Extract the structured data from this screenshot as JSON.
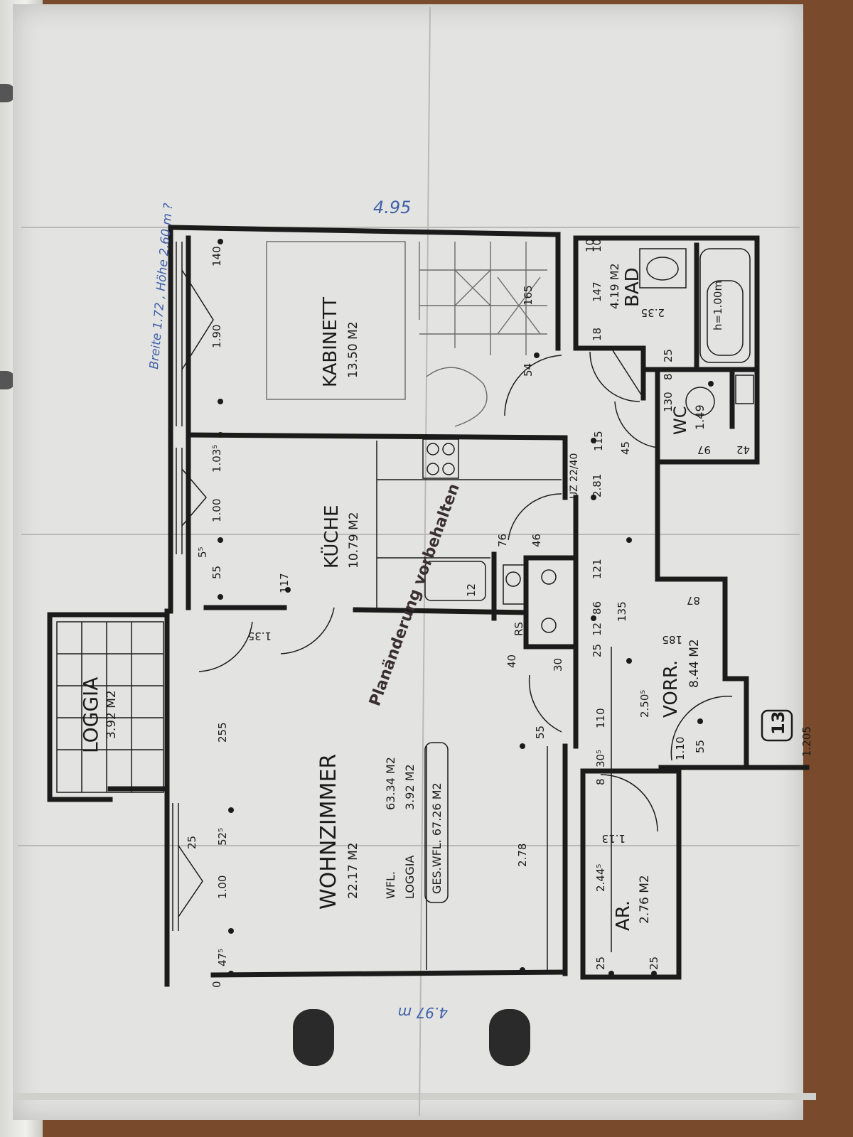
{
  "rooms": {
    "kabinett": {
      "name": "KABINETT",
      "area": "13.50 M2"
    },
    "kueche": {
      "name": "KÜCHE",
      "area": "10.79 M2"
    },
    "wohnzimmer": {
      "name": "WOHNZIMMER",
      "area": "22.17 M2"
    },
    "loggia": {
      "name": "LOGGIA",
      "area": "3.92 M2"
    },
    "bad": {
      "name": "BAD",
      "area": "4.19 M2"
    },
    "wc": {
      "name": "WC",
      "area": "1.49"
    },
    "vorr": {
      "name": "VORR.",
      "area": "8.44 M2"
    },
    "ar": {
      "name": "AR.",
      "area": "2.76 M2"
    }
  },
  "summary": {
    "wfl_label": "WFL.",
    "wfl_value": "63.34 M2",
    "loggia_label": "LOGGIA",
    "loggia_value": "3.92 M2",
    "total": "GES.WFL. 67.26 M2"
  },
  "unit_number": "13",
  "stamp": "Planänderung vorbehalten",
  "bath_note": "h=1.00m",
  "chimney_note": "UZ 22/40",
  "handwritten": {
    "height_note": "Breite 1.72 , Höhe 2.60 m ?",
    "dimension_note": "4.95",
    "bottom_note": "4.97 m"
  },
  "dimensions": [
    "140",
    "1.90",
    "1.03⁵",
    "1.00",
    "5⁵",
    "55",
    "117",
    "1.35",
    "255",
    "25",
    "52⁵",
    "1.00",
    "47⁵",
    "0",
    "2.78",
    "2.81",
    "165",
    "54",
    "115",
    "147",
    "10",
    "2.35",
    "18",
    "25",
    "130",
    "8",
    "97",
    "42",
    "45",
    "76",
    "46",
    "12",
    "86",
    "121",
    "135",
    "87",
    "185",
    "25",
    "12",
    "40",
    "30",
    "RS",
    "110",
    "2.50⁵",
    "55",
    "1.10",
    "55",
    "30⁵",
    "8",
    "1.13",
    "2.44⁵",
    "25",
    "25",
    "1.205",
    "10"
  ],
  "colors": {
    "paper": "#e3e4e2",
    "ink": "#1b1b1b",
    "pen": "#3f5fa8",
    "stamp": "#3a2f33",
    "desk": "#7a4a2c"
  }
}
